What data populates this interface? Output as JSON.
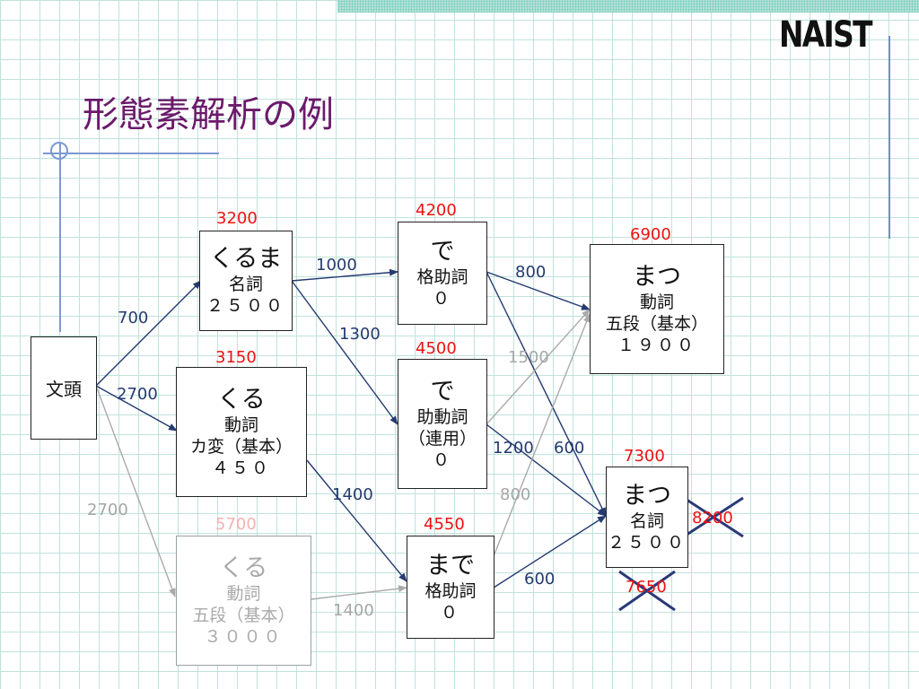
{
  "slide": {
    "title": "形態素解析の例",
    "logo": "NAIST"
  },
  "nodes": {
    "bos": {
      "surface": "文頭"
    },
    "kuruma": {
      "surface": "くるま",
      "pos": "名詞",
      "cost": "２５００",
      "score": "3200"
    },
    "kuru_ka": {
      "surface": "くる",
      "pos": "動詞",
      "conj": "カ変（基本）",
      "cost": "４５０",
      "score": "3150"
    },
    "kuru_go": {
      "surface": "くる",
      "pos": "動詞",
      "conj": "五段（基本）",
      "cost": "３０００",
      "score": "5700"
    },
    "de_case": {
      "surface": "で",
      "pos": "格助詞",
      "cost": "０",
      "score": "4200"
    },
    "de_aux": {
      "surface": "で",
      "pos": "助動詞",
      "conj": "（連用）",
      "cost": "０",
      "score": "4500"
    },
    "made": {
      "surface": "まで",
      "pos": "格助詞",
      "cost": "０",
      "score": "4550"
    },
    "matsu_v": {
      "surface": "まつ",
      "pos": "動詞",
      "conj": "五段（基本）",
      "cost": "１９００",
      "score": "6900"
    },
    "matsu_n": {
      "surface": "まつ",
      "pos": "名詞",
      "cost": "２５００",
      "score": "7300"
    }
  },
  "rejected_scores": [
    "8200",
    "7650"
  ],
  "edge_weights": {
    "bos_kuruma": "700",
    "bos_kuru_ka": "2700",
    "bos_kuru_go": "2700",
    "kuruma_de_case": "1000",
    "kuruma_de_aux": "1300",
    "kuru_ka_made": "1400",
    "kuru_go_made": "1400",
    "de_case_matsu_v": "800",
    "de_aux_matsu_v": "1500",
    "de_aux_matsu_n_a": "1200",
    "de_aux_matsu_n_b": "600",
    "made_matsu_v": "800",
    "made_matsu_n": "600"
  },
  "colors": {
    "title": "#6b1a6b",
    "score": "#ee1111",
    "edge": "#243a70",
    "faded": "#a6a6a6"
  }
}
